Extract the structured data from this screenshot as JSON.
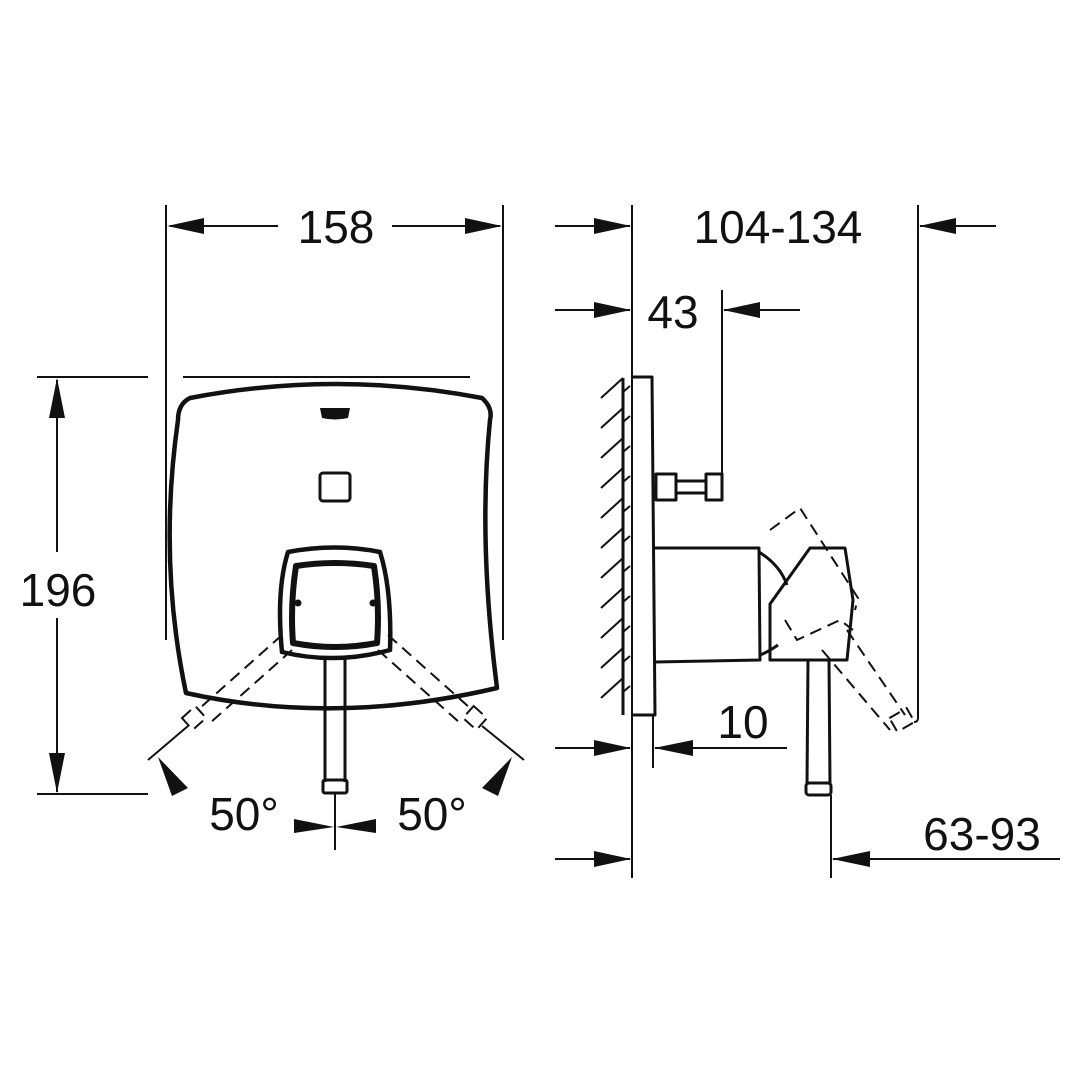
{
  "drawing": {
    "type": "technical-dimension-drawing",
    "subject": "concealed mixer trim plate with lever handle",
    "units": "mm",
    "front_view": {
      "width_label": "158",
      "height_label": "196",
      "angle_left_label": "50°",
      "angle_right_label": "50°"
    },
    "side_view": {
      "total_depth_label": "104-134",
      "diverter_depth_label": "43",
      "plate_thickness_label": "10",
      "handle_projection_label": "63-93"
    },
    "colors": {
      "line": "#111111",
      "background": "#ffffff"
    }
  }
}
